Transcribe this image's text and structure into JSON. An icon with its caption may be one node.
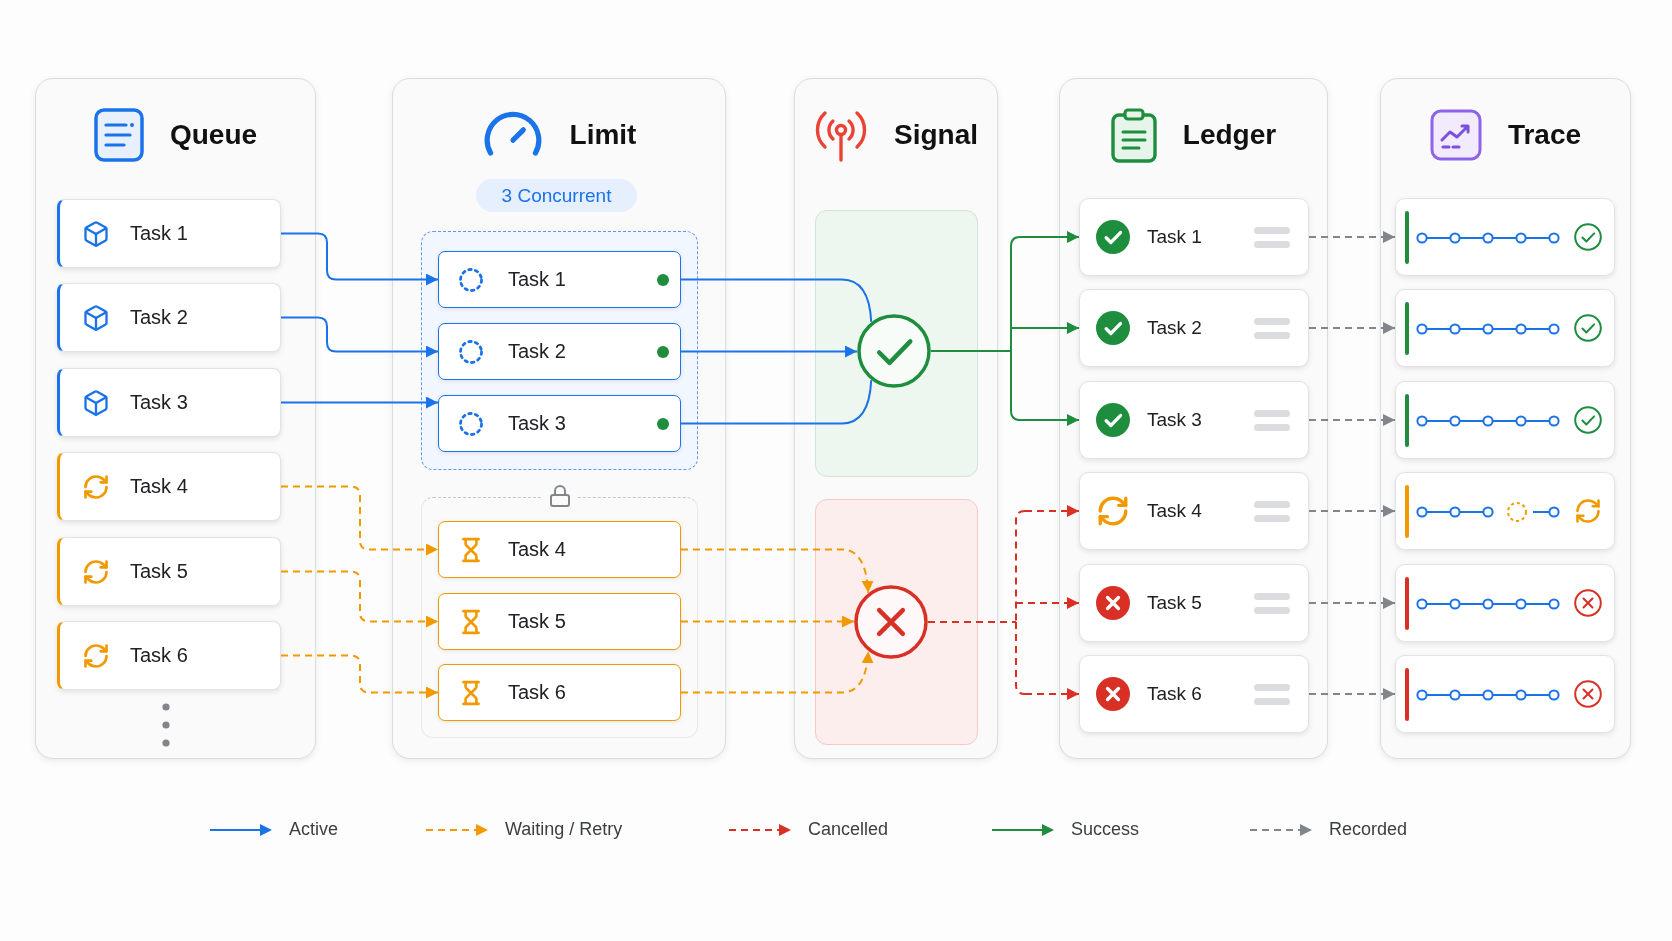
{
  "diagram": {
    "nodes": [
      {
        "text": [
          "Queue"
        ]
      },
      {
        "text": [
          "Task 1"
        ],
        "in": 0
      },
      {
        "text": [
          "Task 2"
        ],
        "in": 0
      },
      {
        "text": [
          "Task 3"
        ],
        "in": 0
      },
      {
        "text": [
          "Task 4"
        ],
        "in": 0
      },
      {
        "text": [
          "Task 5"
        ],
        "in": 0
      },
      {
        "text": [
          "Task 6"
        ],
        "in": 0
      },
      {
        "text": [
          "Limit"
        ]
      },
      {
        "text": [
          "3 Concurrent"
        ],
        "in": 7
      },
      {
        "text": [],
        "shape": "box",
        "in": 7
      },
      {
        "text": [
          "Task 1"
        ],
        "in": 9
      },
      {
        "text": [
          "Task 2"
        ],
        "in": 9
      },
      {
        "text": [
          "Task 3"
        ],
        "in": 9
      },
      {
        "text": [],
        "shape": "box",
        "in": 7
      },
      {
        "text": [
          "Task 4"
        ],
        "in": 13
      },
      {
        "text": [
          "Task 5"
        ],
        "in": 13
      },
      {
        "text": [
          "Task 6"
        ],
        "in": 13
      },
      {
        "text": [
          "Signal"
        ]
      },
      {
        "text": [],
        "shape": "box",
        "in": 17
      },
      {
        "text": [],
        "shape": "circle",
        "in": 18
      },
      {
        "text": [],
        "shape": "box",
        "in": 17
      },
      {
        "text": [],
        "shape": "circle",
        "in": 20
      },
      {
        "text": [
          "Ledger"
        ]
      },
      {
        "text": [
          "Task 1"
        ],
        "in": 22
      },
      {
        "text": [
          "Task 2"
        ],
        "in": 22
      },
      {
        "text": [
          "Task 3"
        ],
        "in": 22
      },
      {
        "text": [
          "Task 4"
        ],
        "in": 22
      },
      {
        "text": [
          "Task 5"
        ],
        "in": 22
      },
      {
        "text": [
          "Task 6"
        ],
        "in": 22
      },
      {
        "text": [
          "Trace"
        ]
      },
      {
        "text": [],
        "shape": "box",
        "in": 29
      },
      {
        "text": [],
        "shape": "box",
        "in": 29
      },
      {
        "text": [],
        "shape": "box",
        "in": 29
      },
      {
        "text": [],
        "shape": "box",
        "in": 29
      },
      {
        "text": [],
        "shape": "box",
        "in": 29
      },
      {
        "text": [],
        "shape": "box",
        "in": 29
      }
    ],
    "edges": [
      {
        "from": 1,
        "to": 10,
        "arrow": "to",
        "color": "#1a73e8"
      },
      {
        "from": 2,
        "to": 11,
        "arrow": "to",
        "color": "#1a73e8"
      },
      {
        "from": 3,
        "to": 12,
        "arrow": "to",
        "color": "#1a73e8"
      },
      {
        "from": 4,
        "to": 14,
        "arrow": "to",
        "style": "dashed",
        "color": "#f29900"
      },
      {
        "from": 5,
        "to": 15,
        "arrow": "to",
        "style": "dashed",
        "color": "#f29900"
      },
      {
        "from": 6,
        "to": 16,
        "arrow": "to",
        "style": "dashed",
        "color": "#f29900"
      },
      {
        "from": 10,
        "to": 19,
        "arrow": "none",
        "color": "#1a73e8"
      },
      {
        "from": 11,
        "to": 19,
        "arrow": "to",
        "color": "#1a73e8"
      },
      {
        "from": 12,
        "to": 19,
        "arrow": "none",
        "color": "#1a73e8"
      },
      {
        "from": 14,
        "to": 21,
        "arrow": "to",
        "style": "dashed",
        "color": "#f29900"
      },
      {
        "from": 15,
        "to": 21,
        "arrow": "to",
        "style": "dashed",
        "color": "#f29900"
      },
      {
        "from": 16,
        "to": 21,
        "arrow": "to",
        "style": "dashed",
        "color": "#f29900"
      },
      {
        "from": 19,
        "to": 23,
        "arrow": "to",
        "color": "#1e8e3e"
      },
      {
        "from": 19,
        "to": 24,
        "arrow": "to",
        "color": "#1e8e3e"
      },
      {
        "from": 19,
        "to": 25,
        "arrow": "to",
        "color": "#1e8e3e"
      },
      {
        "from": 21,
        "to": 26,
        "arrow": "to",
        "style": "dashed",
        "color": "#d93025"
      },
      {
        "from": 21,
        "to": 27,
        "arrow": "to",
        "style": "dashed",
        "color": "#d93025"
      },
      {
        "from": 21,
        "to": 28,
        "arrow": "to",
        "style": "dashed",
        "color": "#d93025"
      },
      {
        "from": 23,
        "to": 30,
        "arrow": "to",
        "style": "dashed",
        "color": "#80868b"
      },
      {
        "from": 24,
        "to": 31,
        "arrow": "to",
        "style": "dashed",
        "color": "#80868b"
      },
      {
        "from": 25,
        "to": 32,
        "arrow": "to",
        "style": "dashed",
        "color": "#80868b"
      },
      {
        "from": 26,
        "to": 33,
        "arrow": "to",
        "style": "dashed",
        "color": "#80868b"
      },
      {
        "from": 27,
        "to": 34,
        "arrow": "to",
        "style": "dashed",
        "color": "#80868b"
      },
      {
        "from": 28,
        "to": 35,
        "arrow": "to",
        "style": "dashed",
        "color": "#80868b"
      }
    ],
    "legend": [
      {
        "text": "Active"
      },
      {
        "text": "Waiting / Retry"
      },
      {
        "text": "Cancelled"
      },
      {
        "text": "Success"
      },
      {
        "text": "Recorded"
      }
    ]
  }
}
